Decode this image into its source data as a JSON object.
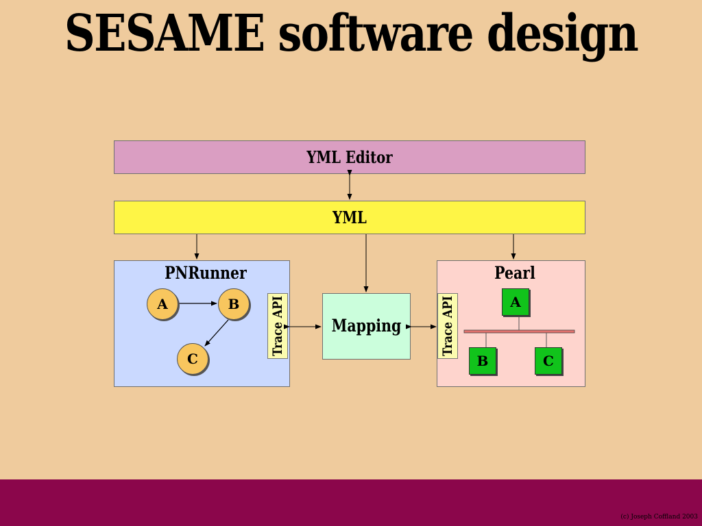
{
  "slide": {
    "title": "SESAME software design",
    "copyright": "(c) Joseph Coffland 2003"
  },
  "colors": {
    "background": "#efcb9d",
    "editor": "#da9ec2",
    "yml": "#fef546",
    "pnrunner": "#cad9ff",
    "pearl": "#fed4cd",
    "mapping": "#cbfedc",
    "trace_api": "#fbfbae",
    "petri_node": "#f8c65e",
    "pearl_node": "#11c31b",
    "pearl_bus": "#e0706c",
    "bottom_bar": "#8b064b"
  },
  "diagram": {
    "yml_editor": "YML Editor",
    "yml": "YML",
    "mapping": "Mapping",
    "pnrunner": {
      "label": "PNRunner",
      "trace_api": "Trace API",
      "nodes": [
        "A",
        "B",
        "C"
      ]
    },
    "pearl": {
      "label": "Pearl",
      "trace_api": "Trace API",
      "nodes": [
        "A",
        "B",
        "C"
      ]
    }
  }
}
